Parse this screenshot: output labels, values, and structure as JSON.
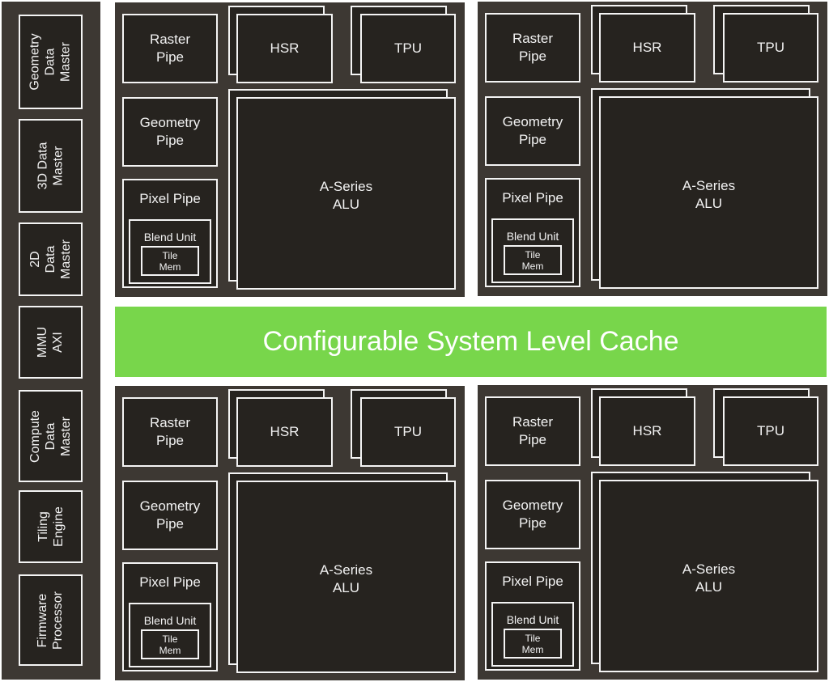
{
  "sidebar": {
    "items": [
      {
        "label": "Geometry\nData\nMaster"
      },
      {
        "label": "3D Data\nMaster"
      },
      {
        "label": "2D\nData\nMaster"
      },
      {
        "label": "MMU\nAXI"
      },
      {
        "label": "Compute\nData\nMaster"
      },
      {
        "label": "Tiling\nEngine"
      },
      {
        "label": "Firmware\nProcessor"
      }
    ]
  },
  "cache": {
    "label": "Configurable System Level Cache"
  },
  "cluster": {
    "raster": "Raster\nPipe",
    "geometry": "Geometry\nPipe",
    "pixel": "Pixel Pipe",
    "blend": "Blend Unit",
    "tile": "Tile\nMem",
    "hsr": "HSR",
    "tpu": "TPU",
    "alu": "A-Series\nALU"
  },
  "colors": {
    "panel": "#3d3833",
    "box": "#26231f",
    "cache": "#78d64b"
  }
}
